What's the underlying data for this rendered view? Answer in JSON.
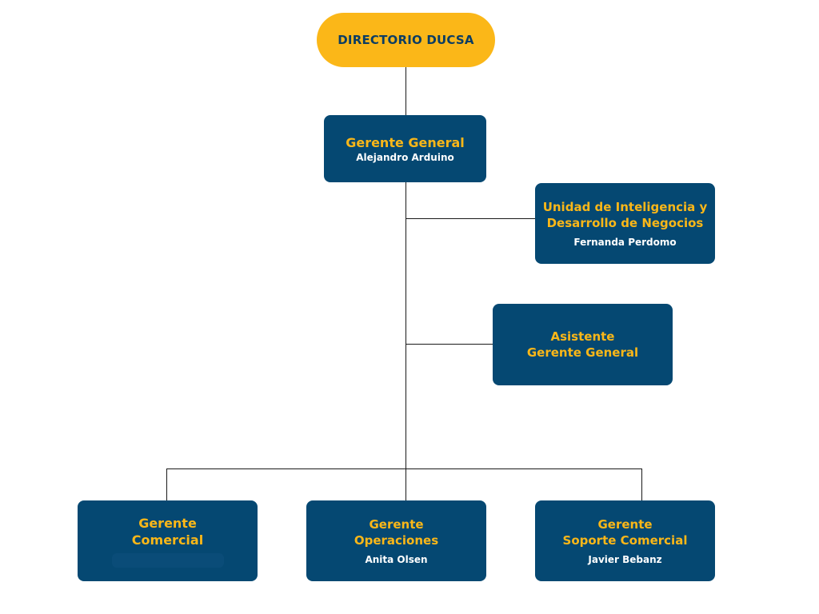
{
  "org_chart": {
    "root": {
      "title": "DIRECTORIO DUCSA"
    },
    "general_manager": {
      "title": "Gerente General",
      "name": "Alejandro Arduino"
    },
    "intelligence_unit": {
      "title_line1": "Unidad de Inteligencia y",
      "title_line2": "Desarrollo de Negocios",
      "name": "Fernanda Perdomo"
    },
    "assistant": {
      "title_line1": "Asistente",
      "title_line2": "Gerente General"
    },
    "commercial": {
      "title_line1": "Gerente",
      "title_line2": "Comercial"
    },
    "operations": {
      "title_line1": "Gerente",
      "title_line2": "Operaciones",
      "name": "Anita Olsen"
    },
    "commercial_support": {
      "title_line1": "Gerente",
      "title_line2": "Soporte Comercial",
      "name": "Javier Bebanz"
    }
  },
  "colors": {
    "box_fill": "#054872",
    "root_fill": "#fbb718",
    "title_text": "#fbb718",
    "root_text": "#0c3d63",
    "name_text": "#ffffff",
    "connector": "#1a1a1a"
  }
}
